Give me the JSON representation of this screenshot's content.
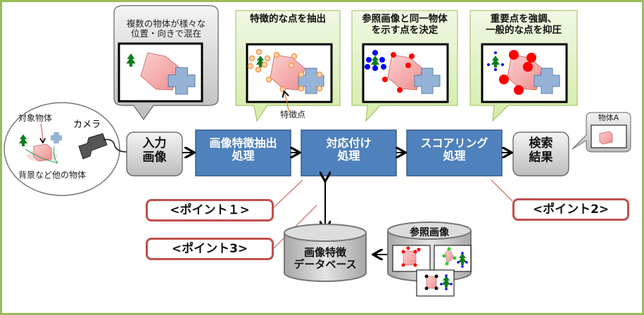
{
  "scene": {
    "target_object_label": "対象物体",
    "camera_label": "カメラ",
    "background_objects_label": "背景など他の物体"
  },
  "input_callout": {
    "text_line1": "複数の物体が様々な",
    "text_line2": "位置・向きで混在"
  },
  "callouts": [
    {
      "line1": "特徴的な点を抽出",
      "line2": "",
      "annotation": "特徴点"
    },
    {
      "line1": "参照画像と同一物体",
      "line2": "を示す点を決定"
    },
    {
      "line1": "重要点を強調、",
      "line2": "一般的な点を抑圧"
    }
  ],
  "flow": {
    "input": {
      "line1": "入力",
      "line2": "画像"
    },
    "steps": [
      {
        "line1": "画像特徴抽出",
        "line2": "処理"
      },
      {
        "line1": "対応付け",
        "line2": "処理"
      },
      {
        "line1": "スコアリング",
        "line2": "処理"
      }
    ],
    "result": {
      "line1": "検索",
      "line2": "結果"
    }
  },
  "result_callout": {
    "label": "物体A"
  },
  "points": {
    "point1": "<ポイント１>",
    "point2": "<ポイント2>",
    "point3": "<ポイント3>"
  },
  "database": {
    "line1": "画像特徴",
    "line2": "データベース"
  },
  "reference": {
    "label": "参照画像"
  },
  "colors": {
    "frame": "#9bbb59",
    "process_fill": "#4f81bd",
    "callout_fill": "#ebf5d6",
    "point_border": "#c0504d",
    "feature_point": "#f79646",
    "match_point": "#ff0000",
    "tree_point": "#0000ff"
  }
}
